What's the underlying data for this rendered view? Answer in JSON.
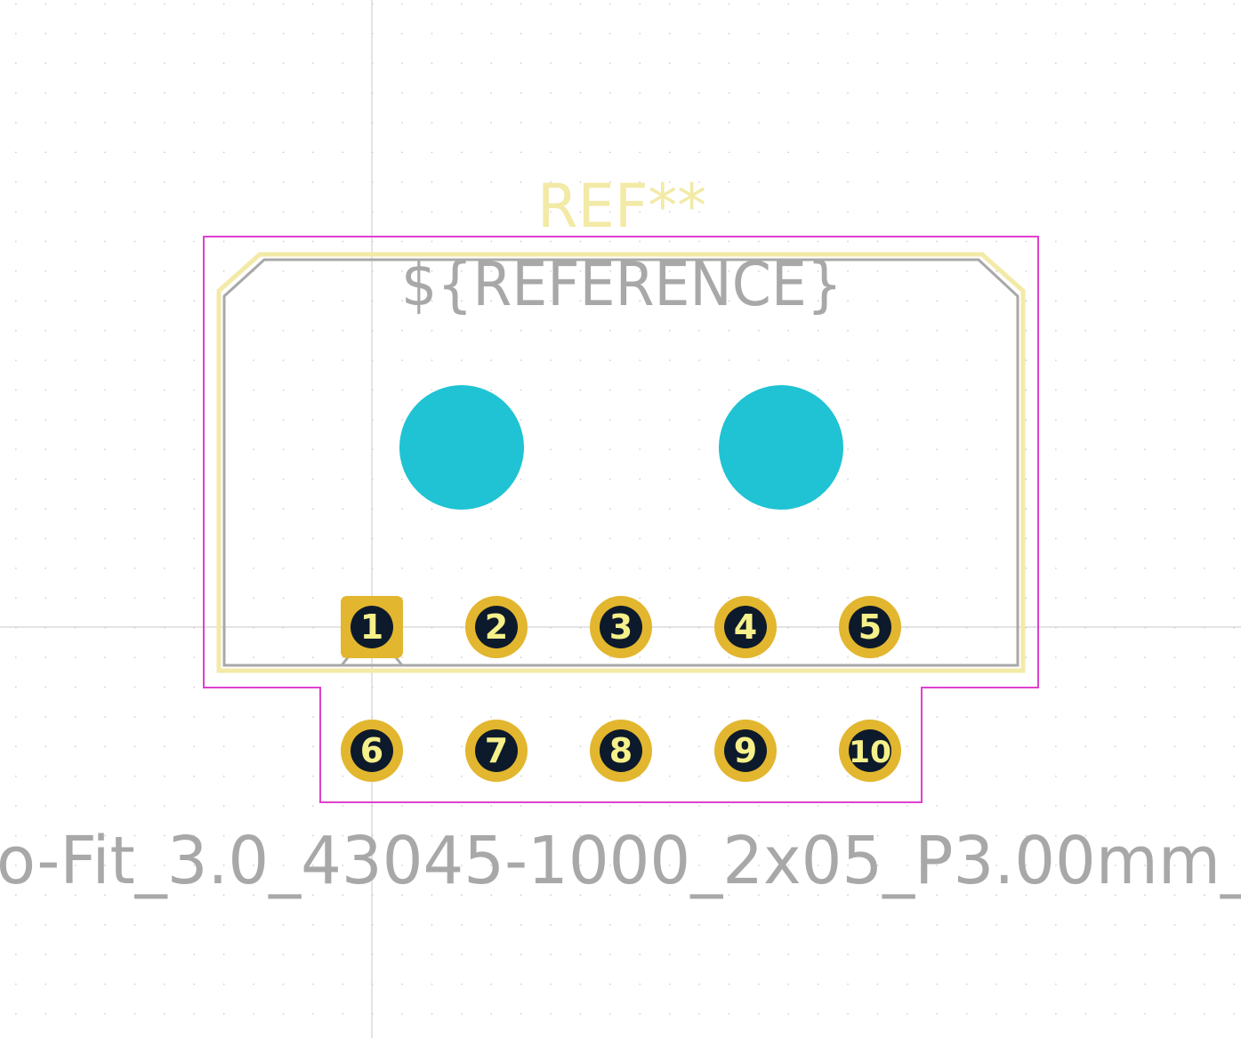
{
  "footprint": {
    "reference_label": "REF**",
    "reference_field": "${REFERENCE}",
    "value_label": "o-Fit_3.0_43045-1000_2x05_P3.00mm_"
  },
  "pads": [
    {
      "number": "1",
      "shape": "rect"
    },
    {
      "number": "2",
      "shape": "circle"
    },
    {
      "number": "3",
      "shape": "circle"
    },
    {
      "number": "4",
      "shape": "circle"
    },
    {
      "number": "5",
      "shape": "circle"
    },
    {
      "number": "6",
      "shape": "circle"
    },
    {
      "number": "7",
      "shape": "circle"
    },
    {
      "number": "8",
      "shape": "circle"
    },
    {
      "number": "9",
      "shape": "circle"
    },
    {
      "number": "10",
      "shape": "circle"
    }
  ],
  "colors": {
    "background": "#ffffff",
    "grid_dot": "#9a9a9a",
    "crosshair": "#c8c8c8",
    "courtyard": "#e040d0",
    "silkscreen": "#f2eaa6",
    "fab": "#a8a8a8",
    "pad_copper": "#e2b62e",
    "pad_hole": "#0d1a2b",
    "pad_text": "#f5f08a",
    "npth": "#1fc3d3",
    "ref_text": "#f2eaa6",
    "value_text": "#a8a8a8"
  }
}
